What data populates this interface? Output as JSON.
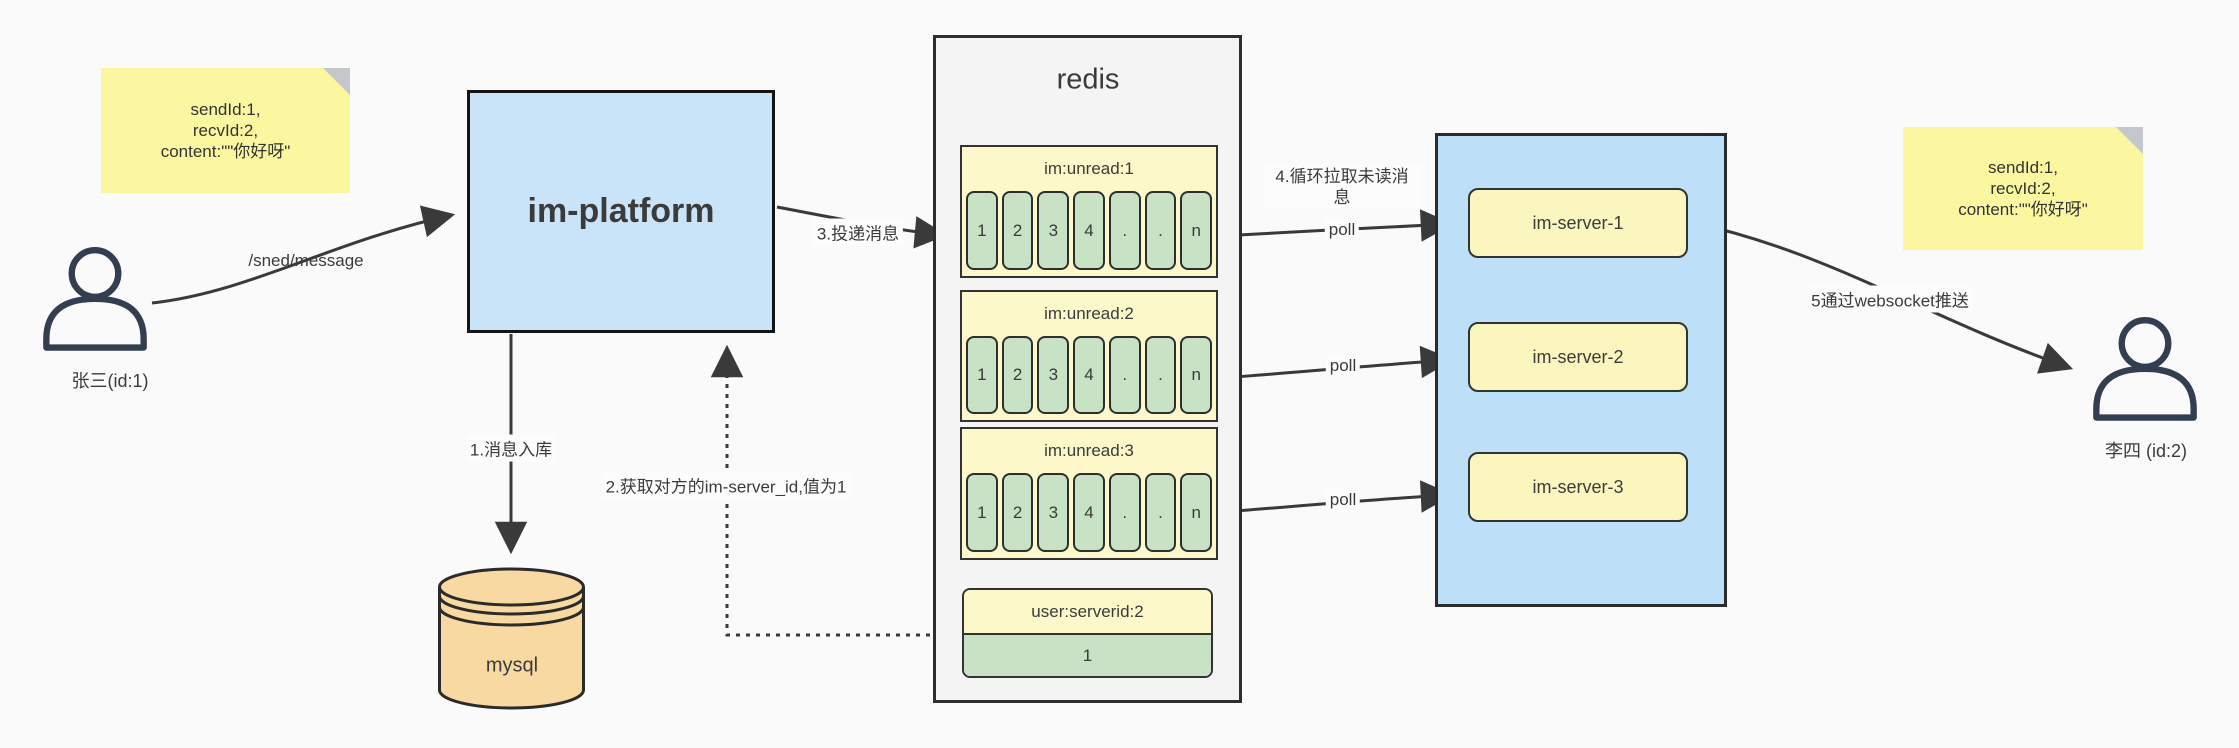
{
  "notes": {
    "left": [
      "sendId:1,",
      "recvId:2,",
      "content:\"\"你好呀\""
    ],
    "right": [
      "sendId:1,",
      "recvId:2,",
      "content:\"\"你好呀\""
    ]
  },
  "actors": {
    "sender": "张三(id:1)",
    "receiver": "李四 (id:2)"
  },
  "platform": {
    "label": "im-platform"
  },
  "db": {
    "label": "mysql"
  },
  "redis": {
    "title": "redis",
    "queues": [
      {
        "title": "im:unread:1",
        "cells": [
          "1",
          "2",
          "3",
          "4",
          ".",
          ".",
          "n"
        ]
      },
      {
        "title": "im:unread:2",
        "cells": [
          "1",
          "2",
          "3",
          "4",
          ".",
          ".",
          "n"
        ]
      },
      {
        "title": "im:unread:3",
        "cells": [
          "1",
          "2",
          "3",
          "4",
          ".",
          ".",
          "n"
        ]
      }
    ],
    "kv": {
      "title": "user:serverid:2",
      "value": "1"
    }
  },
  "servers": [
    {
      "label": "im-server-1"
    },
    {
      "label": "im-server-2"
    },
    {
      "label": "im-server-3"
    }
  ],
  "labels": {
    "send_api": "/sned/message",
    "step1": "1.消息入库",
    "step2": "2.获取对方的im-server_id,值为1",
    "step3": "3.投递消息",
    "step4": "4.循环拉取未读消息",
    "step5": "5通过websocket推送",
    "poll": "poll"
  },
  "colors": {
    "note": "#FBF7A1",
    "platform_fill": "#C9E3F8",
    "redis_fill": "#F4F4F4",
    "queue_header": "#FCF8C9",
    "cell_green": "#C8E2C6",
    "cluster_blue": "#BDDFF7",
    "server_yellow": "#FBF6BE",
    "mysql_tan": "#F8D9A2",
    "edge": "#3A3A3A"
  }
}
